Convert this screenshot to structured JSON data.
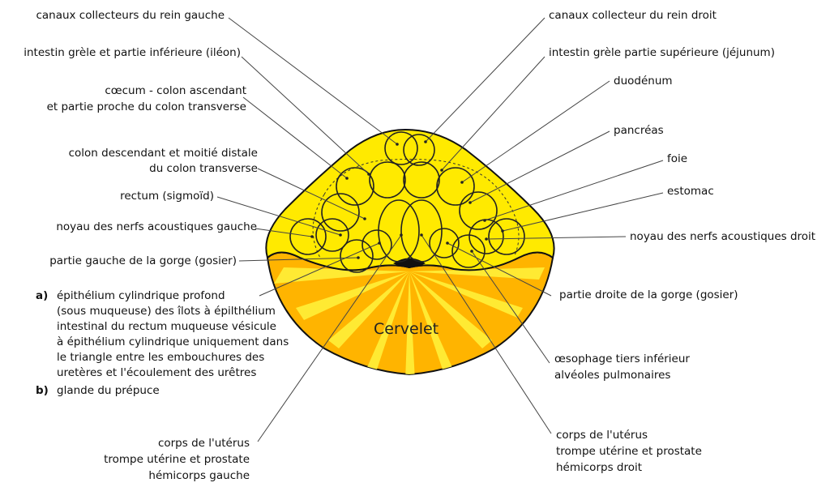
{
  "colors": {
    "medulla_fill": "#ffea00",
    "cerebellum_dark": "#ffb400",
    "cerebellum_light": "#ffea33",
    "outline": "#111111",
    "pointer_line": "#444444"
  },
  "cerebellum_label": "Cervelet",
  "labels_left": [
    {
      "id": "rein-gauche",
      "lines": [
        "canaux collecteurs du rein gauche"
      ]
    },
    {
      "id": "ileon",
      "lines": [
        "intestin grèle et partie inférieure (iléon)"
      ]
    },
    {
      "id": "caecum",
      "lines": [
        "cœcum - colon ascendant",
        "et partie proche du colon transverse"
      ]
    },
    {
      "id": "colon-descendant",
      "lines": [
        "colon descendant et moitié distale",
        "du colon transverse"
      ]
    },
    {
      "id": "rectum",
      "lines": [
        "rectum (sigmoïd)"
      ]
    },
    {
      "id": "acoustique-gauche",
      "lines": [
        "noyau des nerfs acoustiques gauche"
      ]
    },
    {
      "id": "gorge-gauche",
      "lines": [
        "partie gauche de la gorge (gosier)"
      ]
    },
    {
      "id": "uterus-gauche",
      "lines": [
        "corps de l'utérus",
        "trompe utérine et prostate",
        "hémicorps gauche"
      ]
    }
  ],
  "labels_right": [
    {
      "id": "rein-droit",
      "lines": [
        "canaux collecteur du rein droit"
      ]
    },
    {
      "id": "jejunum",
      "lines": [
        "intestin grèle partie supérieure (jéjunum)"
      ]
    },
    {
      "id": "duodenum",
      "lines": [
        "duodénum"
      ]
    },
    {
      "id": "pancreas",
      "lines": [
        "pancréas"
      ]
    },
    {
      "id": "foie",
      "lines": [
        "foie"
      ]
    },
    {
      "id": "estomac",
      "lines": [
        "estomac"
      ]
    },
    {
      "id": "acoustique-droit",
      "lines": [
        "noyau des nerfs acoustiques droit"
      ]
    },
    {
      "id": "gorge-droite",
      "lines": [
        "partie droite de la gorge (gosier)"
      ]
    },
    {
      "id": "oesophage",
      "lines": [
        "œsophage tiers inférieur",
        "alvéoles pulmonaires"
      ]
    },
    {
      "id": "uterus-droit",
      "lines": [
        "corps de l'utérus",
        "trompe utérine et prostate",
        "hémicorps droit"
      ]
    }
  ],
  "epithelium": {
    "a_marker": "a)",
    "a_lines": [
      "épithélium cylindrique profond",
      "(sous muqueuse) des îlots à épilthélium",
      "intestinal du rectum muqueuse vésicule",
      "à épithélium cylindrique uniquement dans",
      "le triangle entre les embouchures des",
      "uretères et l'écoulement des urêtres"
    ],
    "b_marker": "b)",
    "b_line": "glande du prépuce"
  }
}
